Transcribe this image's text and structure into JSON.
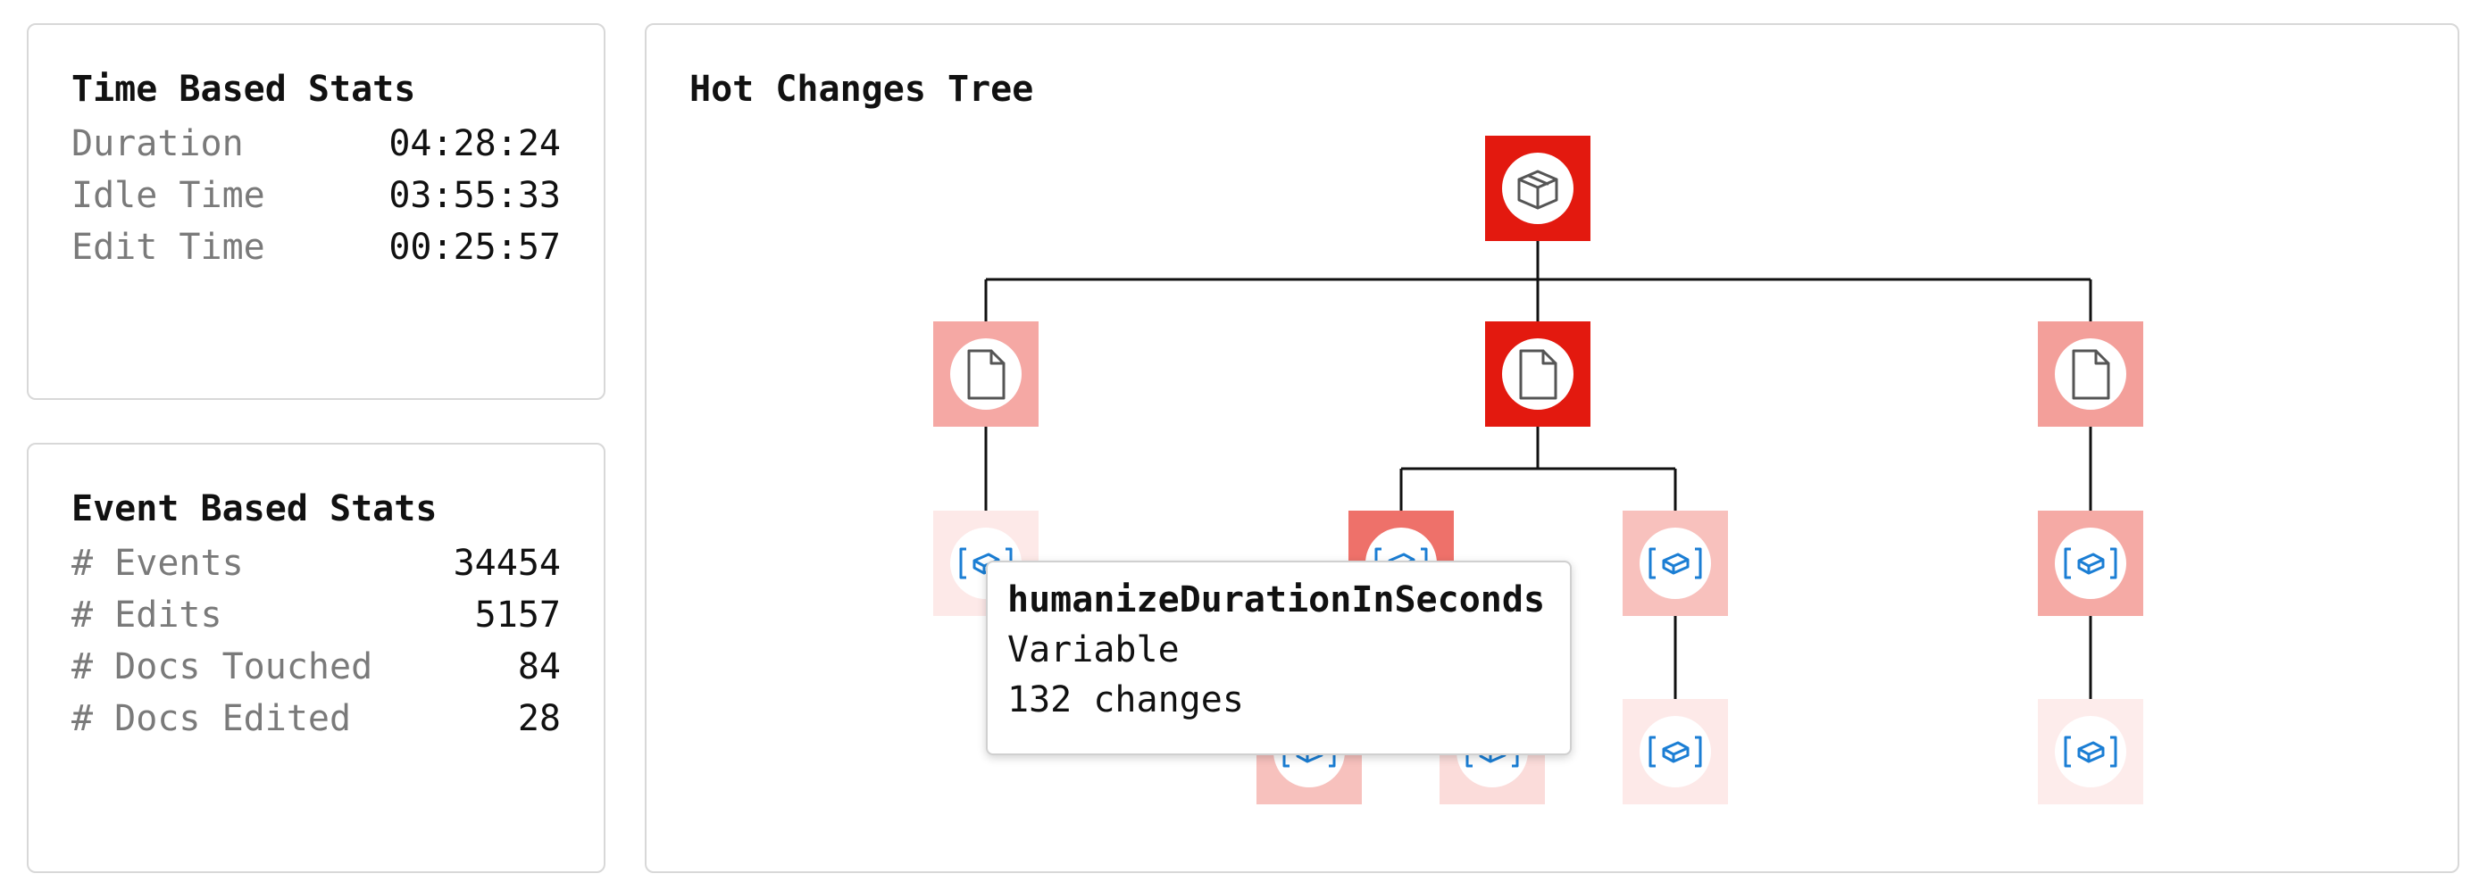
{
  "time_stats": {
    "title": "Time Based Stats",
    "rows": [
      {
        "label": "Duration",
        "value": "04:28:24"
      },
      {
        "label": "Idle Time",
        "value": "03:55:33"
      },
      {
        "label": "Edit Time",
        "value": "00:25:57"
      }
    ]
  },
  "event_stats": {
    "title": "Event Based Stats",
    "rows": [
      {
        "label": "# Events",
        "value": "34454"
      },
      {
        "label": "# Edits",
        "value": "5157"
      },
      {
        "label": "# Docs Touched",
        "value": "84"
      },
      {
        "label": "# Docs Edited",
        "value": "28"
      }
    ]
  },
  "tree": {
    "title": "Hot Changes Tree",
    "nodes": [
      {
        "id": "root",
        "kind": "module",
        "icon": "package-icon",
        "color": "#e3190f"
      },
      {
        "id": "doc-1",
        "kind": "document",
        "icon": "file-icon",
        "color": "#f5a8a4"
      },
      {
        "id": "doc-2",
        "kind": "document",
        "icon": "file-icon",
        "color": "#e3190f"
      },
      {
        "id": "doc-3",
        "kind": "document",
        "icon": "file-icon",
        "color": "#f39f9a"
      },
      {
        "id": "var-1",
        "kind": "variable",
        "icon": "variable-icon",
        "color": "#fde9e8"
      },
      {
        "id": "var-2",
        "kind": "variable",
        "icon": "variable-icon",
        "color": "#ee716a"
      },
      {
        "id": "var-3",
        "kind": "variable",
        "icon": "variable-icon",
        "color": "#f8c1bd"
      },
      {
        "id": "var-4",
        "kind": "variable",
        "icon": "variable-icon",
        "color": "#f5aaa5"
      },
      {
        "id": "var-5",
        "kind": "variable",
        "icon": "variable-icon",
        "color": "#f7c1bd"
      },
      {
        "id": "var-6",
        "kind": "variable",
        "icon": "variable-icon",
        "color": "#fbdcda"
      },
      {
        "id": "var-7",
        "kind": "variable",
        "icon": "variable-icon",
        "color": "#fde9e8"
      },
      {
        "id": "var-8",
        "kind": "variable",
        "icon": "variable-icon",
        "color": "#fdeceb"
      }
    ]
  },
  "tooltip": {
    "name": "humanizeDurationInSeconds",
    "kind": "Variable",
    "changes": "132 changes"
  }
}
